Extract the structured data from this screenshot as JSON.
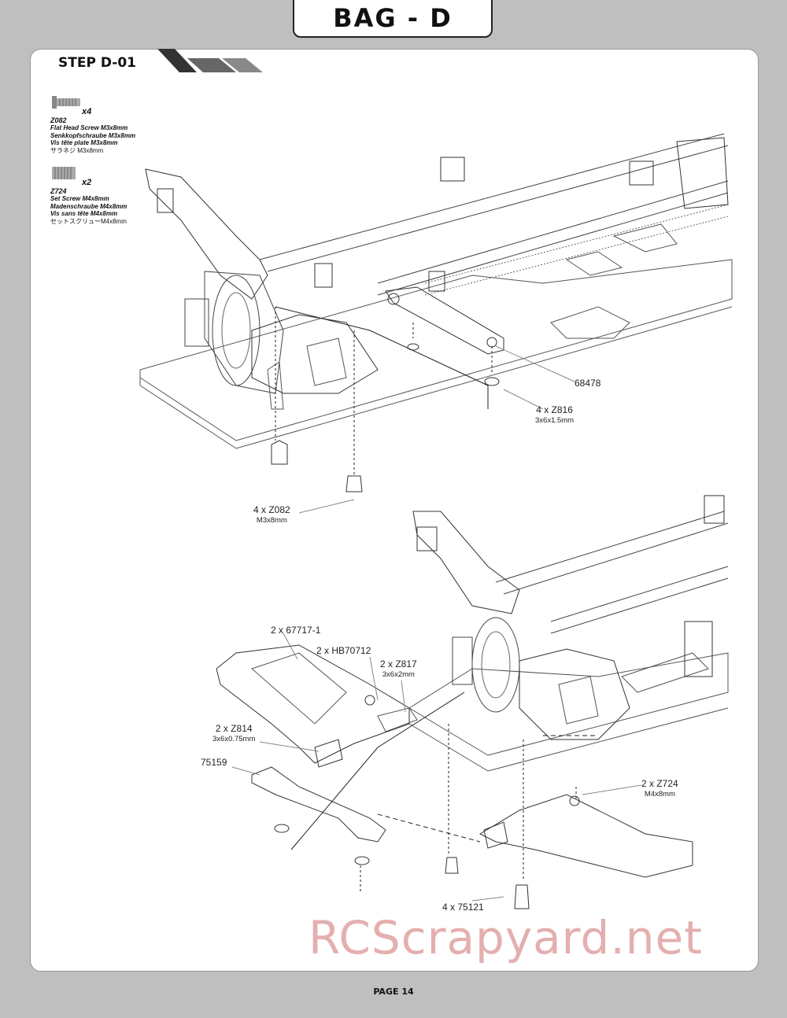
{
  "header": {
    "bag_title": "BAG - D"
  },
  "step": {
    "label": "STEP D-01"
  },
  "parts_legend": [
    {
      "qty": "x4",
      "code": "Z082",
      "lines": [
        "Flat Head Screw M3x8mm",
        "Senkkopfschraube M3x8mm",
        "Vis tête plate M3x8mm"
      ],
      "jp": "サラネジ M3x8mm",
      "icon": "flat-head-screw-icon"
    },
    {
      "qty": "x2",
      "code": "Z724",
      "lines": [
        "Set Screw M4x8mm",
        "Madenschraube M4x8mm",
        "Vis sans tête M4x8mm"
      ],
      "jp": "セットスクリューM4x8mm",
      "icon": "set-screw-icon"
    }
  ],
  "callouts": {
    "c68478": {
      "label": "68478"
    },
    "z816": {
      "label": "4 x Z816",
      "sub": "3x6x1.5mm"
    },
    "z082": {
      "label": "4 x Z082",
      "sub": "M3x8mm"
    },
    "p67717": {
      "label": "2 x 67717-1"
    },
    "hb70712": {
      "label": "2 x HB70712"
    },
    "z817": {
      "label": "2 x Z817",
      "sub": "3x6x2mm"
    },
    "z814": {
      "label": "2 x Z814",
      "sub": "3x6x0.75mm"
    },
    "p75159": {
      "label": "75159"
    },
    "z724": {
      "label": "2 x Z724",
      "sub": "M4x8mm"
    },
    "p75121": {
      "label": "4 x 75121"
    }
  },
  "footer": {
    "page": "PAGE 14"
  },
  "watermark": "RCScrapyard.net"
}
